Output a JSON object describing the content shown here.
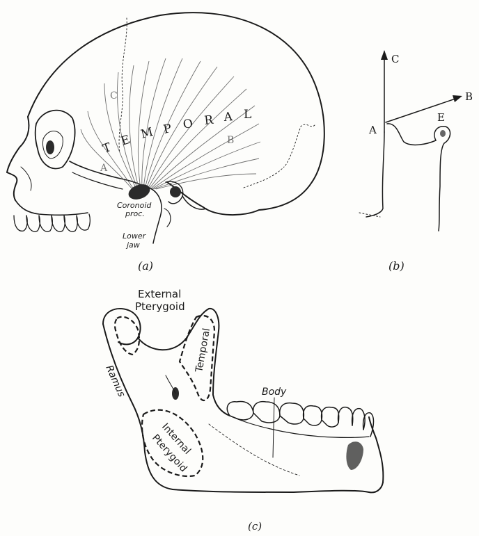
{
  "figure_a": {
    "panel_label": "(a)",
    "temporal_letters": [
      "T",
      "E",
      "M",
      "P",
      "O",
      "R",
      "A",
      "L"
    ],
    "muscle_point_labels": [
      "C",
      "A",
      "B"
    ],
    "coronoid_label_line1": "Coronoid",
    "coronoid_label_line2": "proc.",
    "lower_jaw_line1": "Lower",
    "lower_jaw_line2": "jaw"
  },
  "figure_b": {
    "panel_label": "(b)",
    "point_C": "C",
    "point_B": "B",
    "point_A": "A",
    "point_E": "E"
  },
  "figure_c": {
    "panel_label": "(c)",
    "external_pterygoid_line1": "External",
    "external_pterygoid_line2": "Pterygoid",
    "temporal": "Temporal",
    "ramus": "Ramus",
    "body": "Body",
    "internal_pterygoid_line1": "Internal",
    "internal_pterygoid_line2": "Pterygoid"
  }
}
